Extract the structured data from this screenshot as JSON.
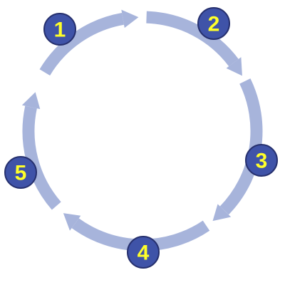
{
  "colors": {
    "arrow": "#a7b4db",
    "badge_fill": "#3f53a8",
    "badge_stroke": "#26306e",
    "badge_text": "#ffff2a"
  },
  "steps": [
    {
      "label": "1"
    },
    {
      "label": "2"
    },
    {
      "label": "3"
    },
    {
      "label": "4"
    },
    {
      "label": "5"
    }
  ]
}
